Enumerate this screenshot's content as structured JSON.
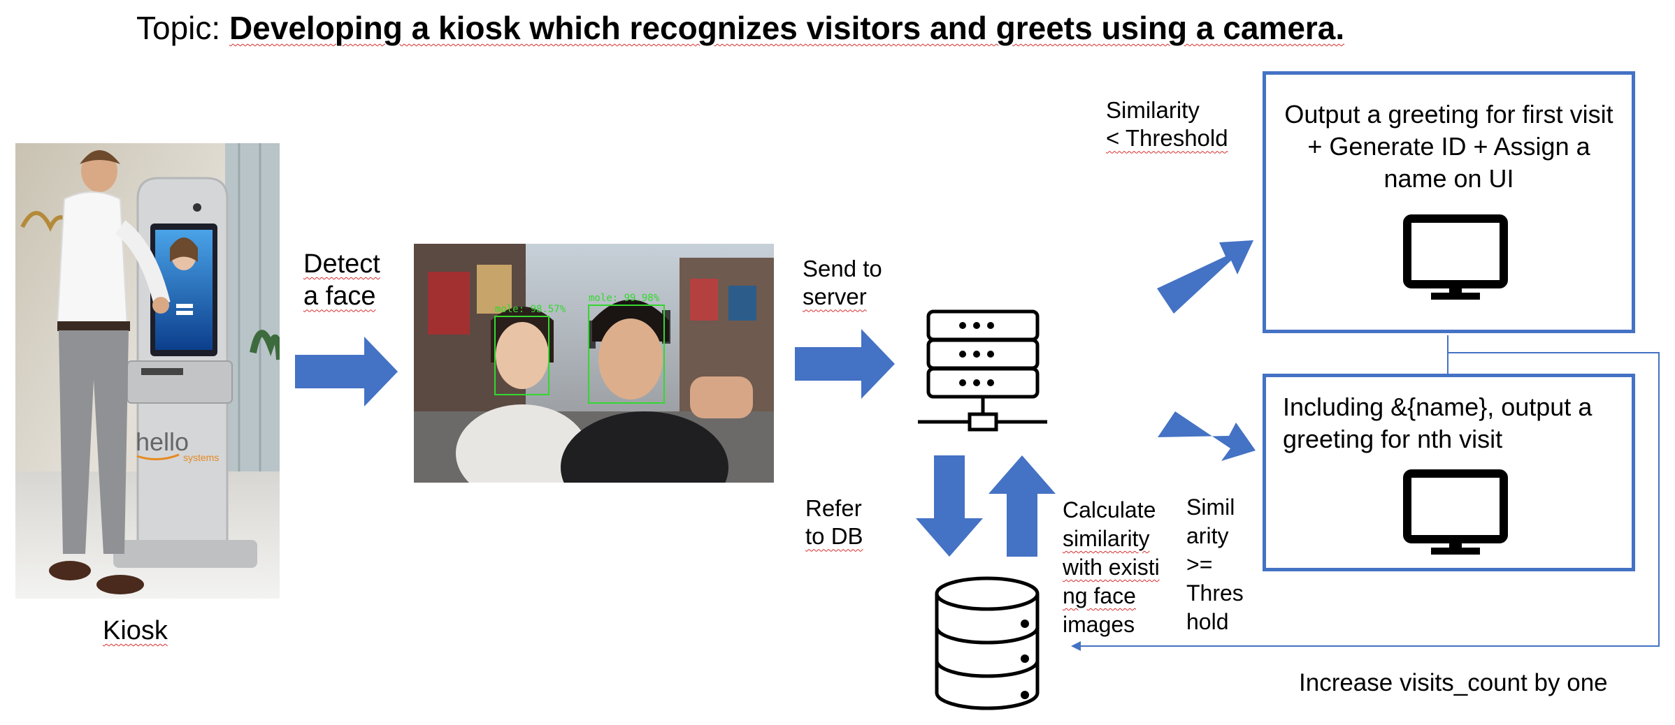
{
  "title": {
    "prefix": "Topic: ",
    "text": "Developing a kiosk which recognizes visitors and greets using a camera."
  },
  "kiosk": {
    "label": "Kiosk",
    "screen_brand": "hello",
    "screen_brand_sub": "systems"
  },
  "steps": {
    "detect": [
      "Detect",
      "a face"
    ],
    "send": [
      "Send to",
      "server"
    ],
    "refer": [
      "Refer",
      "to DB"
    ],
    "calculate": [
      "Calculate",
      "similarity",
      "with existi",
      "ng face",
      "images"
    ],
    "low": [
      "Similarity",
      "< Threshold"
    ],
    "high": [
      "Simil",
      "arity",
      ">=",
      "Thres",
      "hold"
    ],
    "increase": "Increase visits_count by one"
  },
  "photo": {
    "box1": "mole: 98.57%",
    "box2": "mole: 99.98%"
  },
  "outputs": {
    "first": [
      "Output a greeting for first visit",
      "+ Generate ID + Assign a",
      "name on UI"
    ],
    "nth": [
      "Including &{name}, output a",
      "greeting for nth visit"
    ]
  },
  "colors": {
    "arrow": "#4472c4",
    "box_border": "#4472c4",
    "face_box": "#34d82f",
    "squiggle": "#d62c2c"
  },
  "icons": [
    "server-icon",
    "database-icon",
    "monitor-icon"
  ]
}
